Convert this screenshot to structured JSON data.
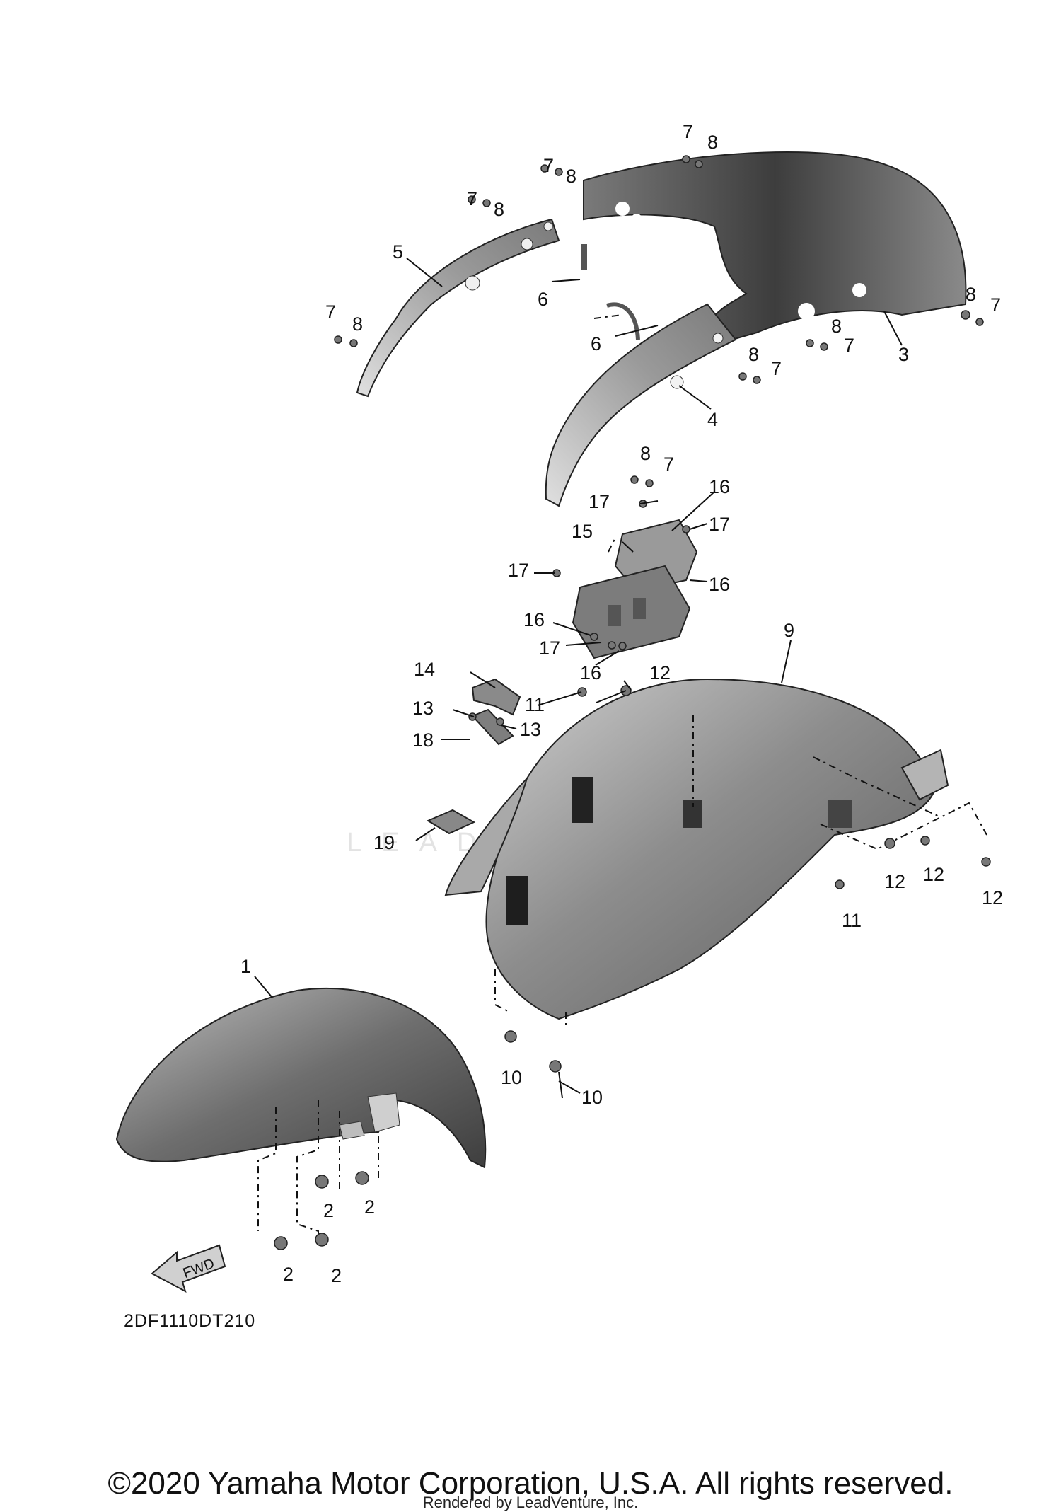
{
  "watermark": "LEADVENTURE",
  "diagram_code": "2DF1110DT210",
  "fwd_label": "FWD",
  "copyright": "©2020 Yamaha Motor Corporation, U.S.A. All rights reserved.",
  "rendered_by": "Rendered by LeadVenture, Inc.",
  "colors": {
    "ink": "#111111",
    "part_light": "#d9d9d9",
    "part_mid": "#9a9a9a",
    "part_dark": "#4a4a4a"
  },
  "callouts": {
    "c1": "1",
    "c2a": "2",
    "c2b": "2",
    "c2c": "2",
    "c2d": "2",
    "c3": "3",
    "c4": "4",
    "c5": "5",
    "c6a": "6",
    "c6b": "6",
    "c7a": "7",
    "c7b": "7",
    "c7c": "7",
    "c7d": "7",
    "c7e": "7",
    "c7f": "7",
    "c7g": "7",
    "c7h": "7",
    "c8a": "8",
    "c8b": "8",
    "c8c": "8",
    "c8d": "8",
    "c8e": "8",
    "c8f": "8",
    "c8g": "8",
    "c8h": "8",
    "c9": "9",
    "c10a": "10",
    "c10b": "10",
    "c11a": "11",
    "c11b": "11",
    "c12a": "12",
    "c12b": "12",
    "c12c": "12",
    "c12d": "12",
    "c13a": "13",
    "c13b": "13",
    "c14": "14",
    "c15": "15",
    "c16a": "16",
    "c16b": "16",
    "c16c": "16",
    "c16d": "16",
    "c17a": "17",
    "c17b": "17",
    "c17c": "17",
    "c17d": "17",
    "c18": "18",
    "c19": "19"
  }
}
